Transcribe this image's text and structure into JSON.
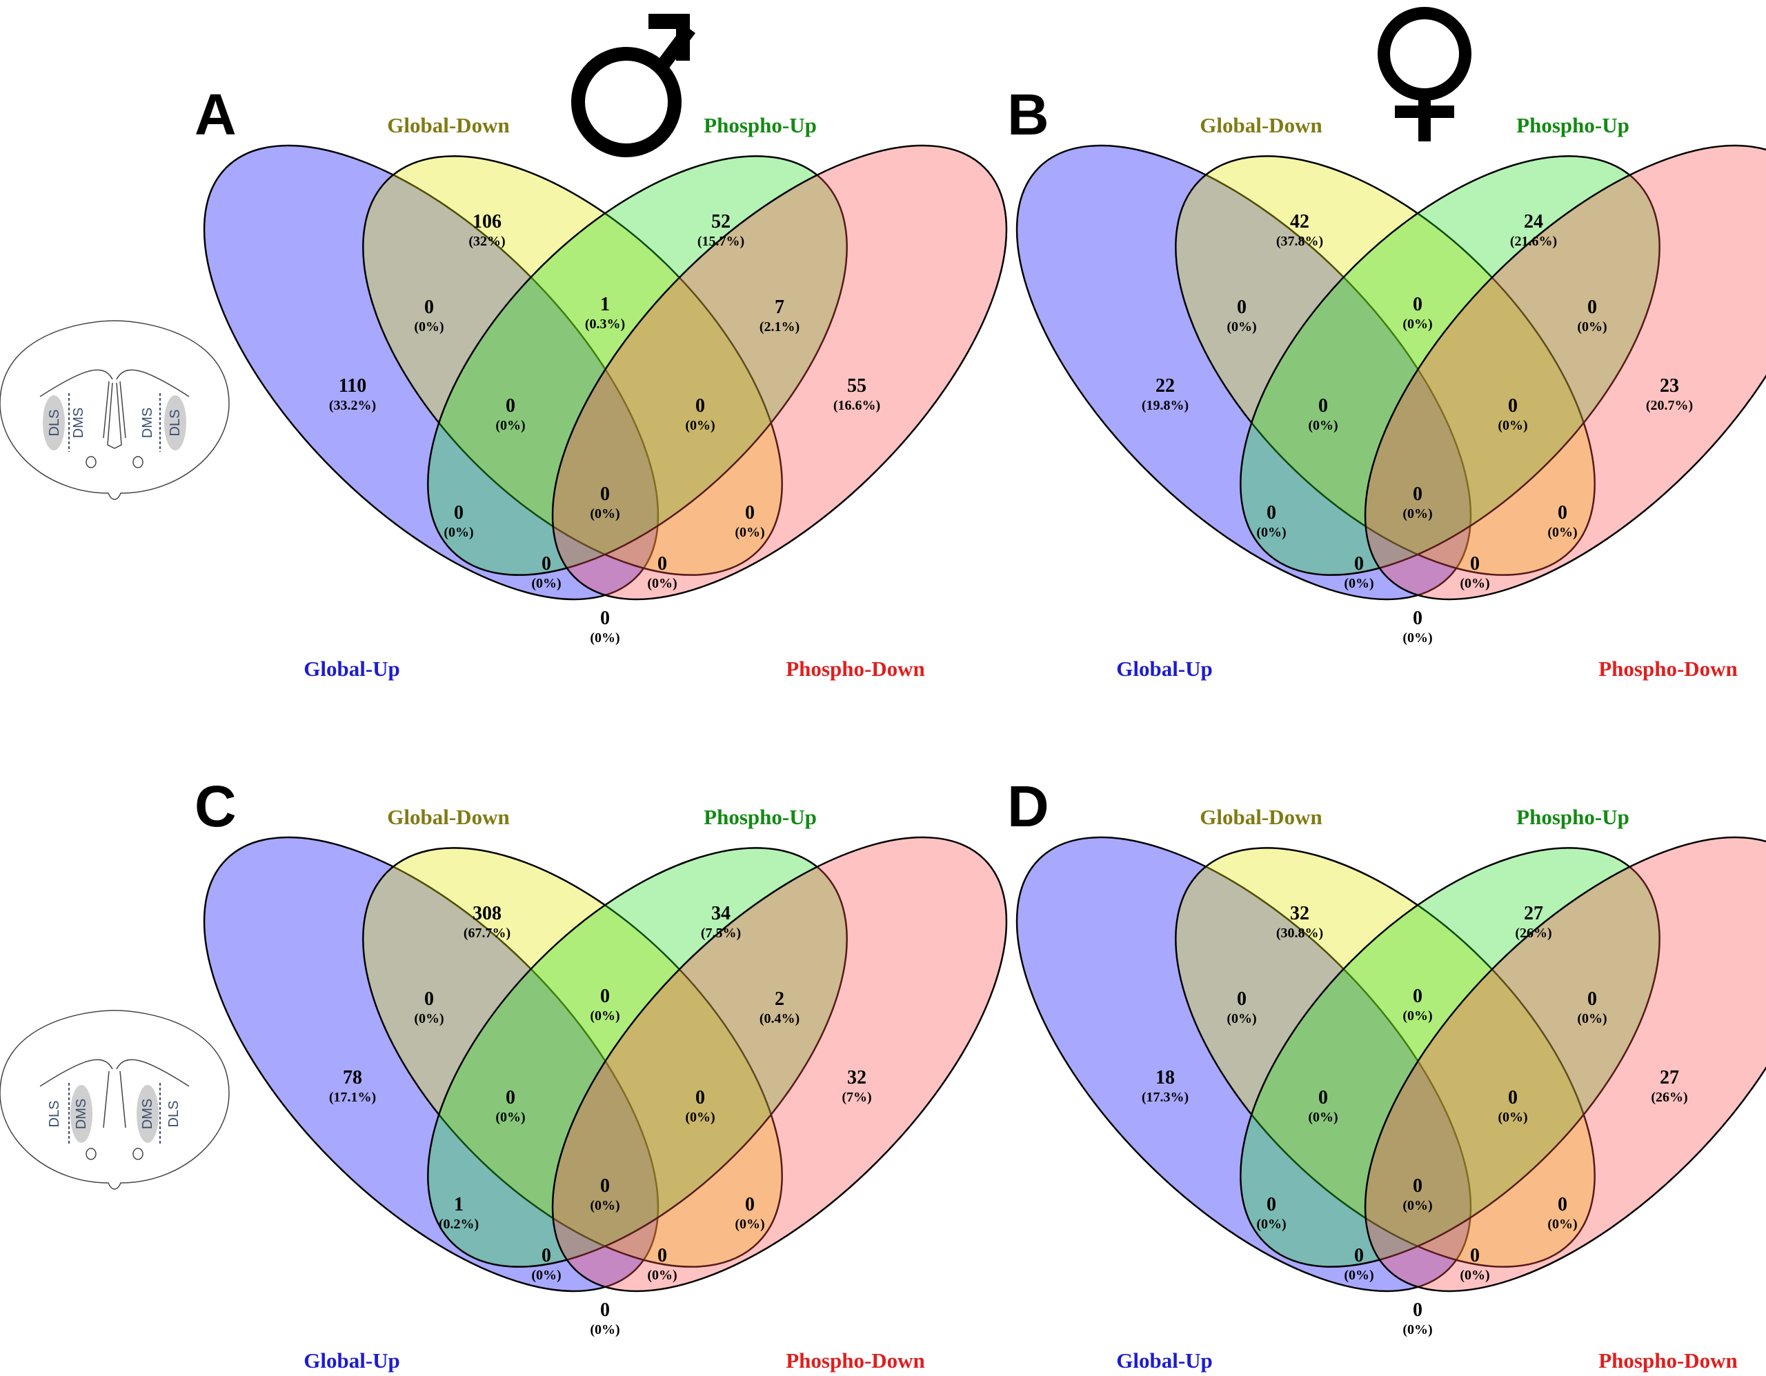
{
  "sex_symbols": {
    "male": "male-sex-symbol",
    "female": "female-sex-symbol"
  },
  "brain_regions": {
    "lateral": "DLS",
    "medial": "DMS"
  },
  "set_labels": {
    "global_up": "Global-Up",
    "global_down": "Global-Down",
    "phospho_up": "Phospho-Up",
    "phospho_down": "Phospho-Down"
  },
  "colors": {
    "global_up": "#0000ff",
    "global_down": "#e6e600",
    "phospho_up": "#22dd22",
    "phospho_down": "#ff4d4d",
    "label_global_up": "#1c1cd2",
    "label_global_down": "#807a14",
    "label_phospho_up": "#138a13",
    "label_phospho_down": "#e01e1e"
  },
  "panels": [
    {
      "letter": "A",
      "regions": {
        "gd": [
          "106",
          "(32%)"
        ],
        "pu": [
          "52",
          "(15.7%)"
        ],
        "gu": [
          "110",
          "(33.2%)"
        ],
        "pd": [
          "55",
          "(16.6%)"
        ],
        "gu_gd": [
          "0",
          "(0%)"
        ],
        "gd_pu": [
          "1",
          "(0.3%)"
        ],
        "pu_pd": [
          "7",
          "(2.1%)"
        ],
        "gu_gd_pu": [
          "0",
          "(0%)"
        ],
        "gd_pu_pd": [
          "0",
          "(0%)"
        ],
        "all": [
          "0",
          "(0%)"
        ],
        "gu_pu": [
          "0",
          "(0%)"
        ],
        "gd_pd": [
          "0",
          "(0%)"
        ],
        "gu_gd_pd": [
          "0",
          "(0%)"
        ],
        "gu_pu_pd": [
          "0",
          "(0%)"
        ],
        "gu_pd": [
          "0",
          "(0%)"
        ]
      }
    },
    {
      "letter": "B",
      "regions": {
        "gd": [
          "42",
          "(37.8%)"
        ],
        "pu": [
          "24",
          "(21.6%)"
        ],
        "gu": [
          "22",
          "(19.8%)"
        ],
        "pd": [
          "23",
          "(20.7%)"
        ],
        "gu_gd": [
          "0",
          "(0%)"
        ],
        "gd_pu": [
          "0",
          "(0%)"
        ],
        "pu_pd": [
          "0",
          "(0%)"
        ],
        "gu_gd_pu": [
          "0",
          "(0%)"
        ],
        "gd_pu_pd": [
          "0",
          "(0%)"
        ],
        "all": [
          "0",
          "(0%)"
        ],
        "gu_pu": [
          "0",
          "(0%)"
        ],
        "gd_pd": [
          "0",
          "(0%)"
        ],
        "gu_gd_pd": [
          "0",
          "(0%)"
        ],
        "gu_pu_pd": [
          "0",
          "(0%)"
        ],
        "gu_pd": [
          "0",
          "(0%)"
        ]
      }
    },
    {
      "letter": "C",
      "regions": {
        "gd": [
          "308",
          "(67.7%)"
        ],
        "pu": [
          "34",
          "(7.5%)"
        ],
        "gu": [
          "78",
          "(17.1%)"
        ],
        "pd": [
          "32",
          "(7%)"
        ],
        "gu_gd": [
          "0",
          "(0%)"
        ],
        "gd_pu": [
          "0",
          "(0%)"
        ],
        "pu_pd": [
          "2",
          "(0.4%)"
        ],
        "gu_gd_pu": [
          "0",
          "(0%)"
        ],
        "gd_pu_pd": [
          "0",
          "(0%)"
        ],
        "all": [
          "0",
          "(0%)"
        ],
        "gu_pu": [
          "1",
          "(0.2%)"
        ],
        "gd_pd": [
          "0",
          "(0%)"
        ],
        "gu_gd_pd": [
          "0",
          "(0%)"
        ],
        "gu_pu_pd": [
          "0",
          "(0%)"
        ],
        "gu_pd": [
          "0",
          "(0%)"
        ]
      }
    },
    {
      "letter": "D",
      "regions": {
        "gd": [
          "32",
          "(30.8%)"
        ],
        "pu": [
          "27",
          "(26%)"
        ],
        "gu": [
          "18",
          "(17.3%)"
        ],
        "pd": [
          "27",
          "(26%)"
        ],
        "gu_gd": [
          "0",
          "(0%)"
        ],
        "gd_pu": [
          "0",
          "(0%)"
        ],
        "pu_pd": [
          "0",
          "(0%)"
        ],
        "gu_gd_pu": [
          "0",
          "(0%)"
        ],
        "gd_pu_pd": [
          "0",
          "(0%)"
        ],
        "all": [
          "0",
          "(0%)"
        ],
        "gu_pu": [
          "0",
          "(0%)"
        ],
        "gd_pd": [
          "0",
          "(0%)"
        ],
        "gu_gd_pd": [
          "0",
          "(0%)"
        ],
        "gu_pu_pd": [
          "0",
          "(0%)"
        ],
        "gu_pd": [
          "0",
          "(0%)"
        ]
      }
    }
  ]
}
